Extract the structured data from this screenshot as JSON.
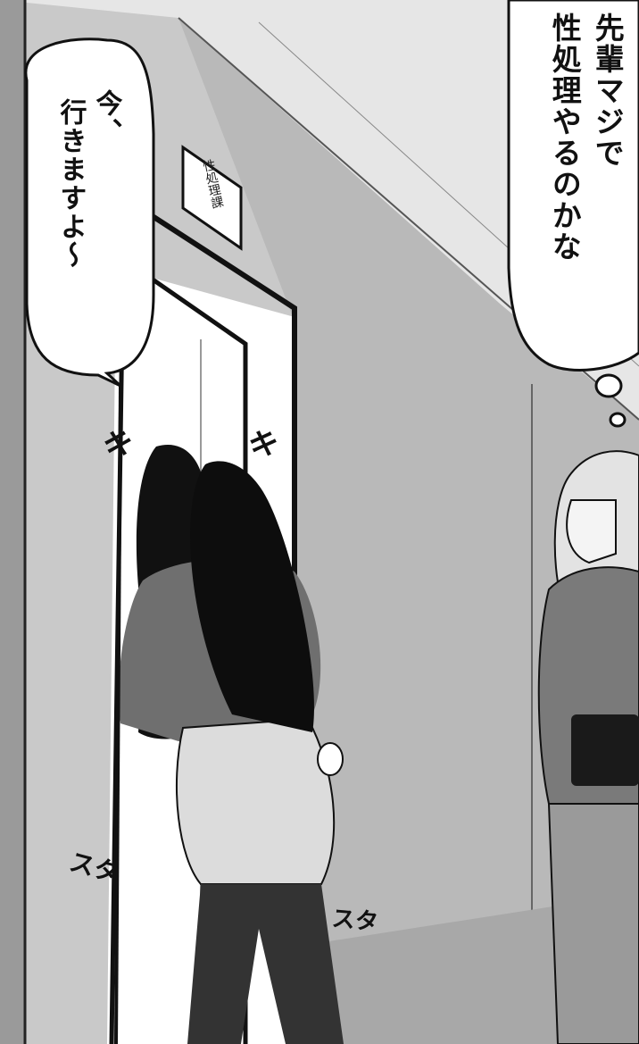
{
  "panel": {
    "speech_left": [
      "今、",
      "行きますよ〜"
    ],
    "thought_right": [
      "先輩マジで",
      "性処理やるのかな"
    ],
    "door_sign": "性処理課",
    "sfx_footstep_left": "スタ",
    "sfx_footstep_right": "スタ",
    "sfx_door_left": "キ",
    "sfx_door_right": "キ"
  }
}
